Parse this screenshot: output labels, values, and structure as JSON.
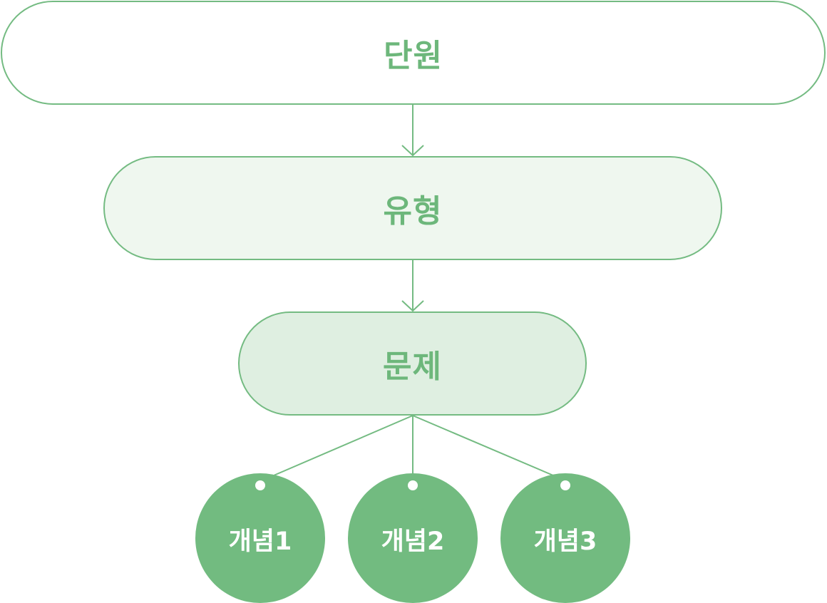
{
  "nodes": {
    "unit": "단원",
    "type": "유형",
    "problem": "문제"
  },
  "concepts": [
    "개념1",
    "개념2",
    "개념3"
  ],
  "colors": {
    "stroke": "#74bb82",
    "text": "#6db77b",
    "concept_fill": "#72bb80",
    "type_fill": "#eff7ef",
    "problem_fill": "#dfefe1"
  }
}
